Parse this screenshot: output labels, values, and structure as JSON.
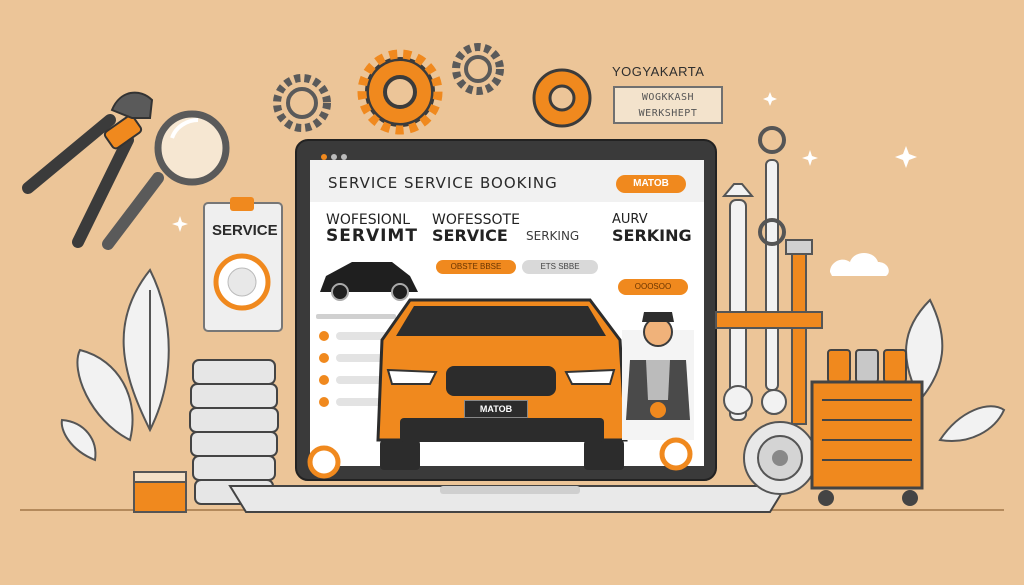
{
  "header": {
    "city": "YOGYAKARTA",
    "workshop_sign_lines": [
      "WOGKKASH",
      "WERKSHEPT"
    ]
  },
  "screen": {
    "title": "SERVICE SERVICE BOOKING",
    "badge": "MATOB",
    "columns": [
      {
        "line1": "WOFESIONL",
        "line2": "SERVIMT"
      },
      {
        "line1": "WOFESSOTE",
        "line2": "SERVICE"
      },
      {
        "line1": "SERKING"
      },
      {
        "line1": "AURV",
        "line2": "SERKING"
      }
    ],
    "buttons": [
      {
        "label": "OBSTE  BBSE"
      },
      {
        "label": "ETS SBBE"
      },
      {
        "label": "OOOSOO"
      }
    ],
    "plate": "MATOB"
  },
  "clipboard": {
    "label": "SERVICE"
  },
  "colors": {
    "background": "#ecc598",
    "accent_orange": "#f0891e",
    "dark": "#2e2e2e",
    "screen": "#ffffff"
  },
  "icons": [
    "pliers-icon",
    "magnifier-icon",
    "gear-icon",
    "wrench-icon",
    "toolbox-icon",
    "plant-icon",
    "cloud-icon",
    "mechanic-icon",
    "car-icon"
  ]
}
